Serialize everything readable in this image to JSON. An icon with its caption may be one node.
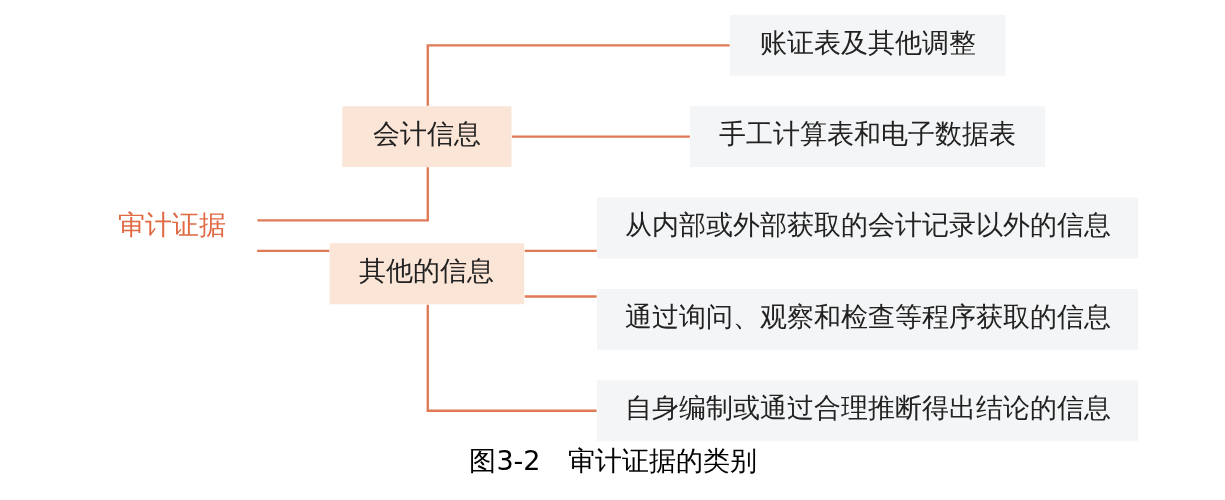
{
  "diagram": {
    "caption": "图3-2　审计证据的类别",
    "nodes": [
      {
        "text": [
          "审计证据"
        ]
      },
      {
        "text": [
          "会计信息"
        ]
      },
      {
        "text": [
          "账证表及其他调整"
        ]
      },
      {
        "text": [
          "手工计算表和电子数据表"
        ]
      },
      {
        "text": [
          "其他的信息"
        ]
      },
      {
        "text": [
          "从内部或外部获取的会计记录以外的信息"
        ]
      },
      {
        "text": [
          "通过询问、观察和检查等程序获取的信息"
        ]
      },
      {
        "text": [
          "自身编制或通过合理推断得出结论的信息"
        ]
      }
    ],
    "edges": [
      {
        "from": 0,
        "to": 1,
        "arrow": "none"
      },
      {
        "from": 0,
        "to": 4,
        "arrow": "none"
      },
      {
        "from": 1,
        "to": 2,
        "arrow": "none"
      },
      {
        "from": 1,
        "to": 3,
        "arrow": "none"
      },
      {
        "from": 4,
        "to": 5,
        "arrow": "none"
      },
      {
        "from": 4,
        "to": 6,
        "arrow": "none"
      },
      {
        "from": 4,
        "to": 7,
        "arrow": "none"
      }
    ]
  }
}
